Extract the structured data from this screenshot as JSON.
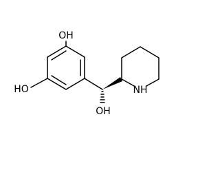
{
  "molecule": {
    "atom_labels": {
      "top_hydroxyl": "OH",
      "left_hydroxyl": "HO",
      "bottom_hydroxyl": "OH",
      "ring_nitrogen": "NH"
    },
    "colors": {
      "bond": "#000000",
      "text": "#000000",
      "background": "#ffffff"
    }
  }
}
